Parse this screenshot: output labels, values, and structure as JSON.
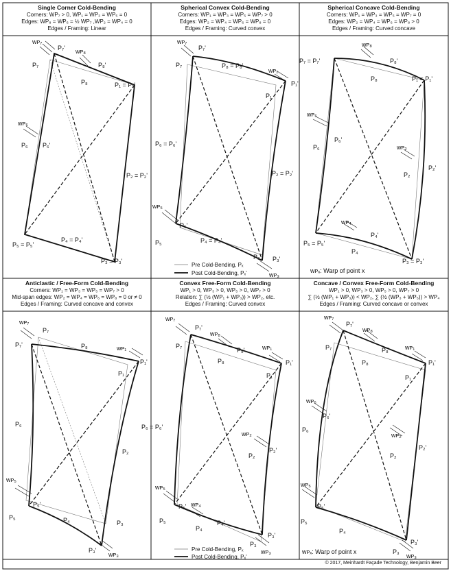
{
  "panels": [
    {
      "title": "Single Corner Cold-Bending",
      "lines": [
        "Corners: WP₇ > 0, WP₁ = WP₃ = WP₅ = 0",
        "Edges: WP₈ = WP₆ = ½ WP₇ ,WP₂ = WP₄ = 0",
        "Edges / Framing: Linear"
      ],
      "labels": [
        "wᴘ₇",
        "P₇'",
        "wᴘ₈",
        "P₇",
        "P₈'",
        "P₈",
        "P₁ = P₁'",
        "wᴘ₆",
        "P₆",
        "P₆'",
        "P₂ = P₂'",
        "P₄ = P₄'",
        "P₅ = P₅'",
        "P₃ = P₃'"
      ]
    },
    {
      "title": "Spherical Convex Cold-Bending",
      "lines": [
        "Corners: WP₁ = WP₃ = WP₅ = WP₇ > 0",
        "Edges: WP₂ = WP₄ = WP₆ = WP₈ = 0",
        "Edges / Framing: Curved convex"
      ],
      "labels": [
        "wᴘ₇",
        "P₇'",
        "P₇",
        "P₈ = P₈'",
        "wᴘ₁",
        "P₁'",
        "P₁",
        "P₆ = P₆'",
        "P₂ = P₂'",
        "wᴘ₅",
        "P₅'",
        "P₅",
        "P₄ = P₄'",
        "P₃",
        "P₃'",
        "wᴘ₃"
      ]
    },
    {
      "title": "Spherical Concave Cold-Bending",
      "lines": [
        "Corners: WP₁ = WP₃ = WP₅ = WP₇ = 0",
        "Edges: WP₂ = WP₄ = WP₆ = WP₈ > 0",
        "Edges / Framing: Curved concave"
      ],
      "labels": [
        "wᴘ₈",
        "P₇ = P₇'",
        "P₈'",
        "P₈",
        "P₁ = P₁'",
        "wᴘ₆",
        "P₆",
        "P₆'",
        "wᴘ₂",
        "P₂",
        "P₂'",
        "wᴘ₄",
        "P₄'",
        "P₄",
        "P₅ = P₅'",
        "P₃ = P₃'"
      ]
    },
    {
      "title": "Anticlastic / Free-Form Cold-Bending",
      "lines": [
        "Corners: WP₁ = WP₃ = WP₅ = WP₇ > 0",
        "Mid-span edges: WP₂ = WP₄ = WP₆ = WP₈ = 0 or ≠ 0",
        "Edges / Framing: Curved concave and convex"
      ],
      "labels": [
        "wᴘ₇",
        "P₇",
        "P₇'",
        "P₈",
        "wᴘ₁",
        "P₁'",
        "P₁",
        "P₆",
        "P₂",
        "wᴘ₅",
        "P₅'",
        "P₅",
        "P₄",
        "P₃",
        "P₃'",
        "wᴘ₃"
      ]
    },
    {
      "title": "Convex Free-Form Cold-Bending",
      "lines": [
        "WP₁ > 0, WP₃ > 0, WP₅ > 0, WP₇ > 0",
        "Relation: ∑ (½ (WP₁ + WP₃)) > WP₂, etc.",
        "Edges / Framing: Curved convex"
      ],
      "labels": [
        "wᴘ₇",
        "P₇'",
        "wᴘ₈",
        "P₇",
        "P₈",
        "P₈'",
        "wᴘ₁",
        "P₁'",
        "P₁",
        "P₆ = P₆'",
        "wᴘ₂",
        "P₂",
        "P₂'",
        "wᴘ₅",
        "P₅'",
        "wᴘ₄",
        "P₅",
        "P₄",
        "P₄'",
        "P₃",
        "P₃'",
        "wᴘ₃"
      ]
    },
    {
      "title": "Concave / Convex Free-Form Cold-Bending",
      "lines": [
        "WP₁ > 0, WP₃ > 0, WP₅ > 0, WP₇ > 0",
        "∑ (½ (WP₁ + WP₃)) < WP₂, ∑ (½ (WP₃ + WP₅)) > WP₄",
        "Edges / Framing: Curved concave or convex"
      ],
      "labels": [
        "wᴘ₇",
        "P₇'",
        "wᴘ₈",
        "P₇",
        "P₈'",
        "P₈",
        "wᴘ₁",
        "P₁'",
        "P₁",
        "wᴘ₆",
        "P₆'",
        "P₆",
        "wᴘ₂",
        "P₂",
        "P₂'",
        "wᴘ₅",
        "P₅'",
        "P₅",
        "P₄",
        "P₃",
        "P₃'",
        "wᴘ₃"
      ]
    }
  ],
  "legend": {
    "pre": "Pre Cold-Bending, Pₓ",
    "post": "Post Cold-Bending, Pₓ'",
    "warp": "wᴘₓ: Warp of point x"
  },
  "copyright": "© 2017, Meinhardt Façade Technology, Benjamin Beer"
}
